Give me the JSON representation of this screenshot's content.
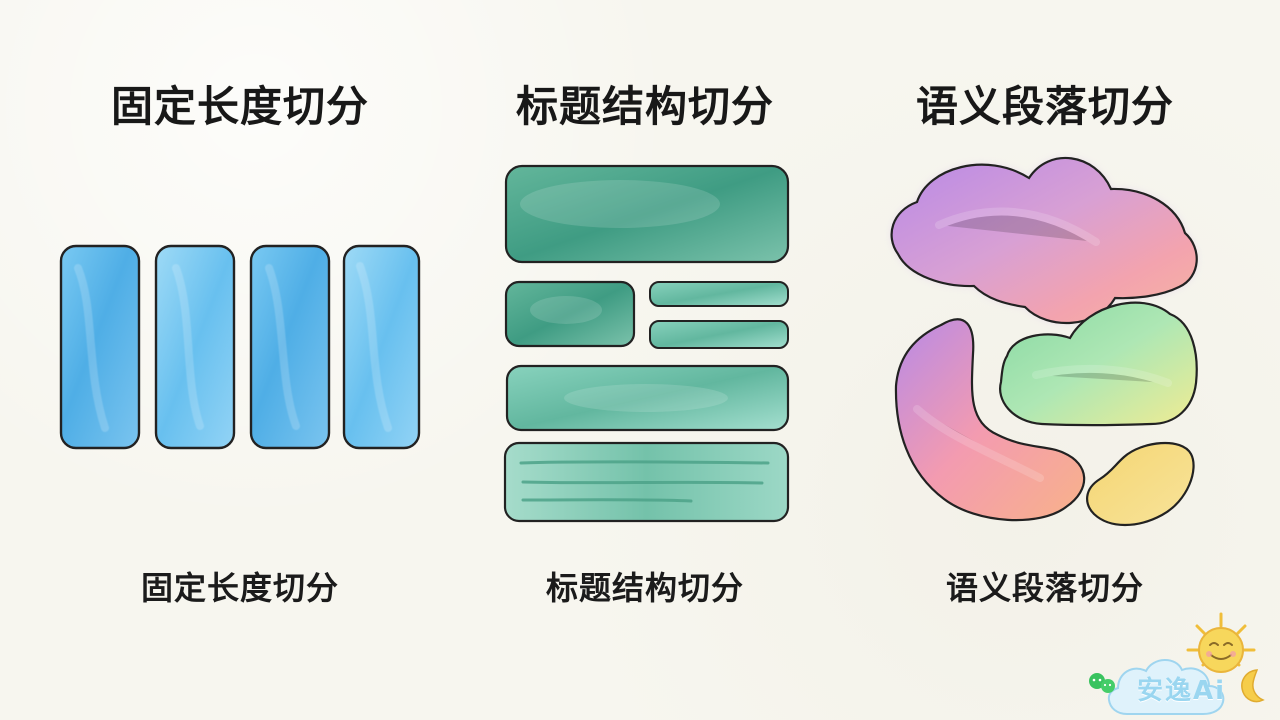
{
  "columns": [
    {
      "heading": "固定长度切分",
      "caption": "固定长度切分"
    },
    {
      "heading": "标题结构切分",
      "caption": "标题结构切分"
    },
    {
      "heading": "语义段落切分",
      "caption": "语义段落切分"
    }
  ],
  "watermark": {
    "text": "安逸Ai",
    "icons": [
      "wechat-icon",
      "cloud-icon",
      "sun-icon",
      "moon-icon"
    ]
  },
  "colors": {
    "background": "#f7f6ef",
    "fixed_blue": "#58b8ea",
    "structure_green": "#3da88a",
    "semantic_purple": "#b986e3",
    "semantic_pink": "#f29baa",
    "semantic_green": "#9fe0b0",
    "semantic_yellow": "#f7de76"
  }
}
